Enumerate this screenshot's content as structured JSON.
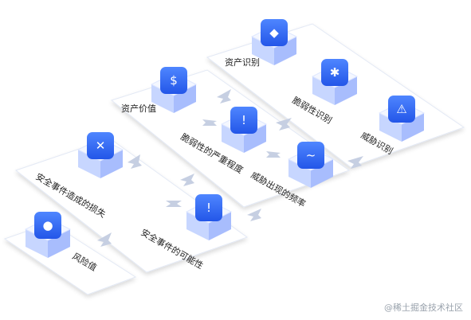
{
  "nodes": {
    "asset_identification": "资产识别",
    "vulnerability_identification": "脆弱性识别",
    "threat_identification": "威胁识别",
    "asset_value": "资产价值",
    "vulnerability_severity": "脆弱性的严重程度",
    "threat_frequency": "威胁出现的频率",
    "loss_from_security_event": "安全事件造成的损失",
    "probability_of_security_event": "安全事件的可能性",
    "risk_value": "风险值"
  },
  "watermark": "@稀土掘金技术社区",
  "colors": {
    "cube_top": "#f4f7ff",
    "cube_side_left": "#c7d6ff",
    "cube_side_right": "#a8bdfd",
    "icon_blue": "#2f6bf4",
    "arrow": "#c6cfe2",
    "panel_fill": "#ffffff",
    "panel_edge": "#dfe6f3"
  }
}
